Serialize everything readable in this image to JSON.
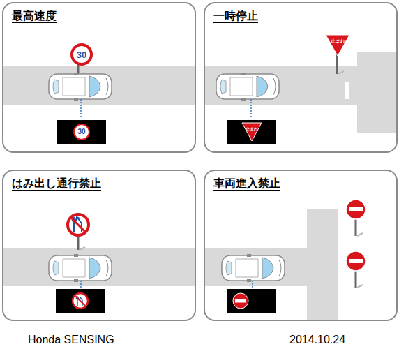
{
  "diagram": {
    "nodes": [
      {
        "text": [
          "最高速度"
        ]
      },
      {
        "text": [
          "30"
        ],
        "in": 0
      },
      {
        "text": [
          "30"
        ],
        "in": 0
      },
      {
        "text": [
          "一時停止"
        ]
      },
      {
        "text": [
          "止まれ"
        ],
        "in": 3
      },
      {
        "text": [
          "止まれ"
        ],
        "in": 3
      },
      {
        "text": [
          "はみ出し通行禁止"
        ]
      },
      {
        "text": [
          "車両進入禁止"
        ]
      }
    ],
    "labels": [
      "Honda SENSING",
      "2014.10.24"
    ]
  }
}
